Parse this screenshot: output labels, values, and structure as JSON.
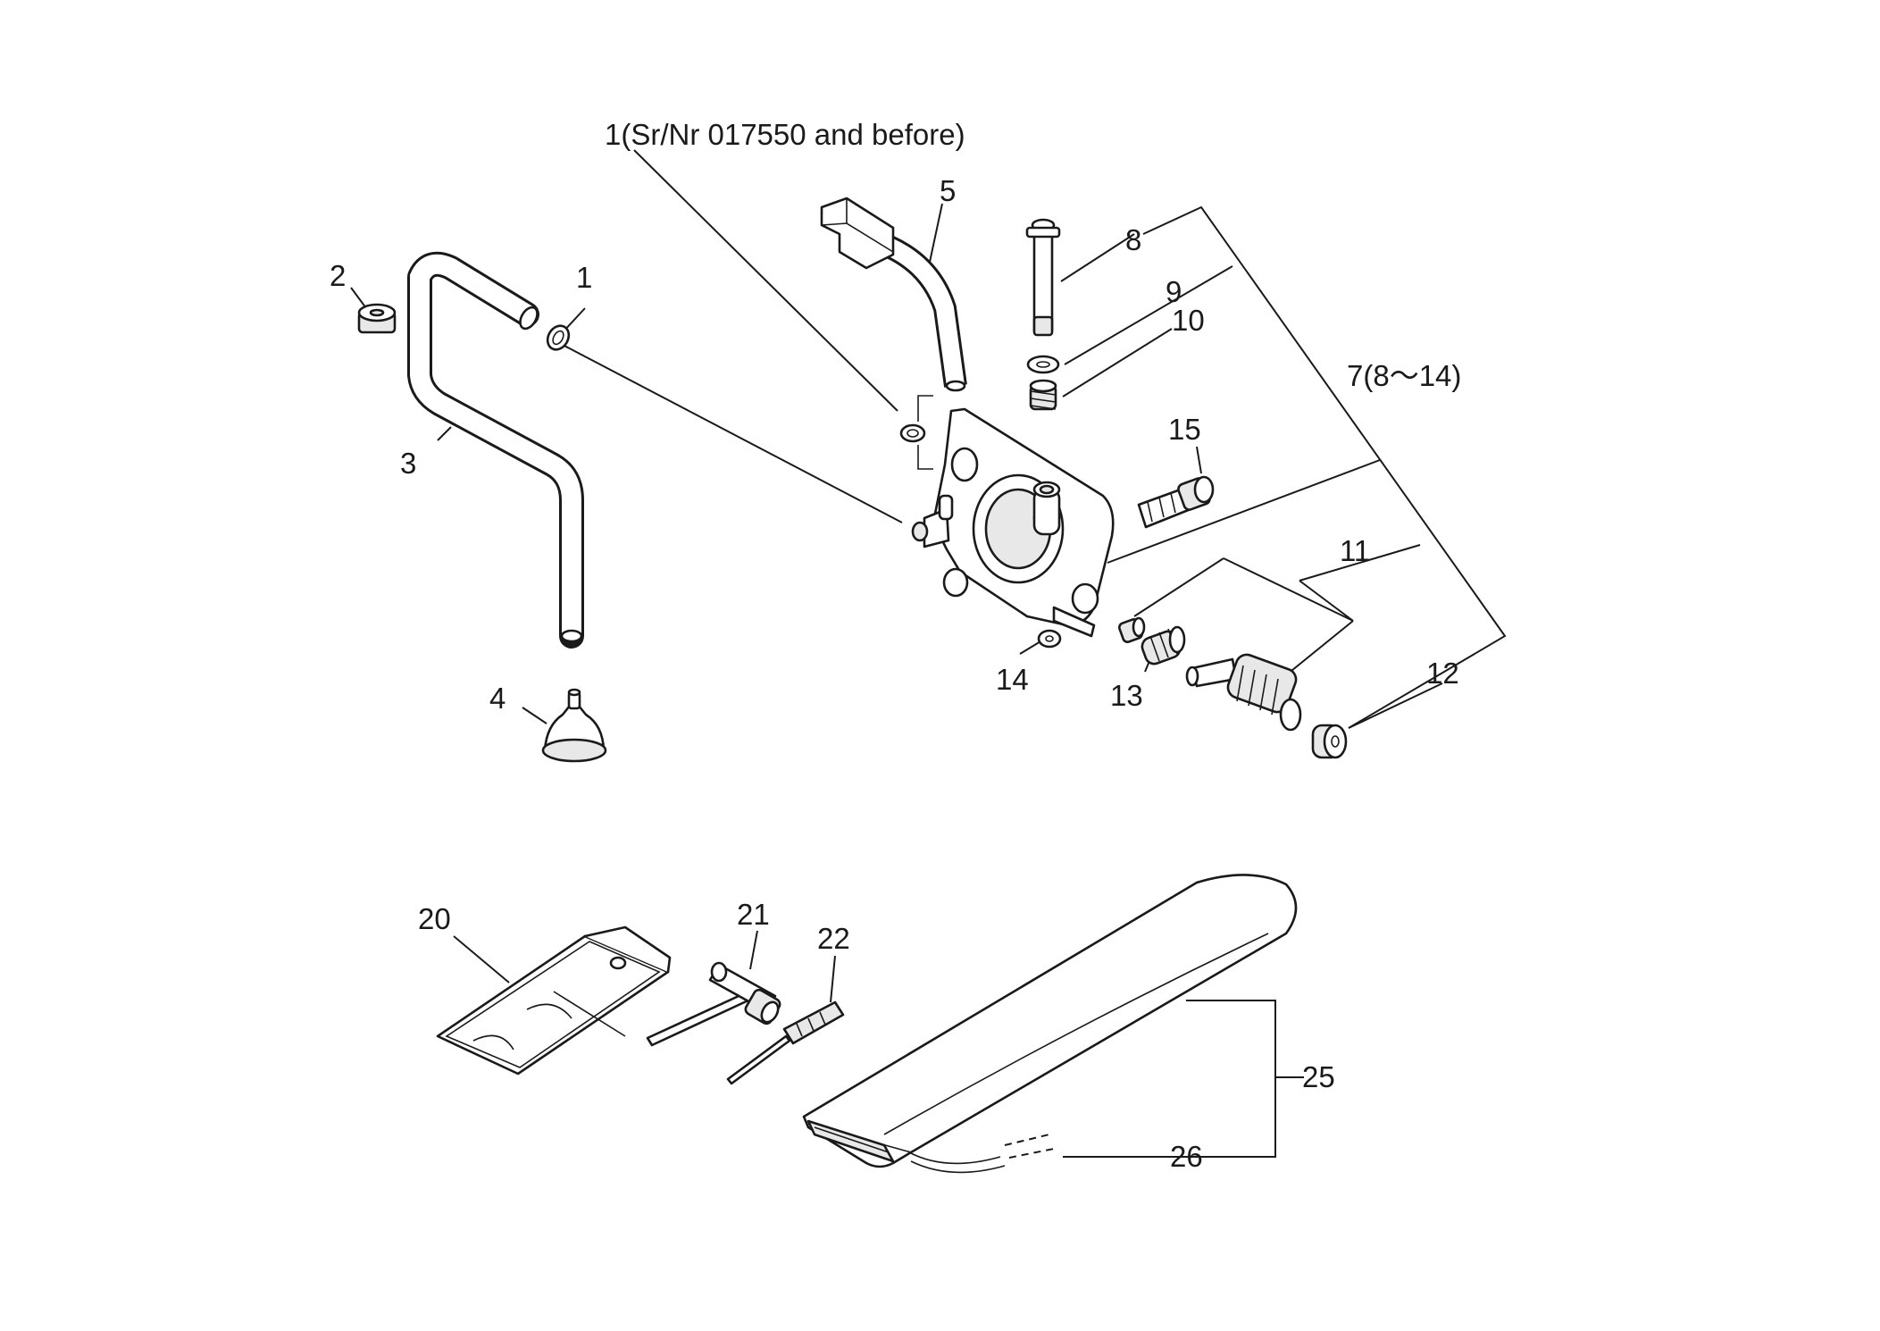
{
  "callouts": {
    "c1_serial": "1(Sr/Nr 017550 and before)",
    "c1": "1",
    "c2": "2",
    "c3": "3",
    "c4": "4",
    "c5": "5",
    "c7": "7(8～14)",
    "c8": "8",
    "c9": "9",
    "c10": "10",
    "c11": "11",
    "c12": "12",
    "c13": "13",
    "c14": "14",
    "c15": "15",
    "c20": "20",
    "c21": "21",
    "c22": "22",
    "c25": "25",
    "c26": "26"
  }
}
